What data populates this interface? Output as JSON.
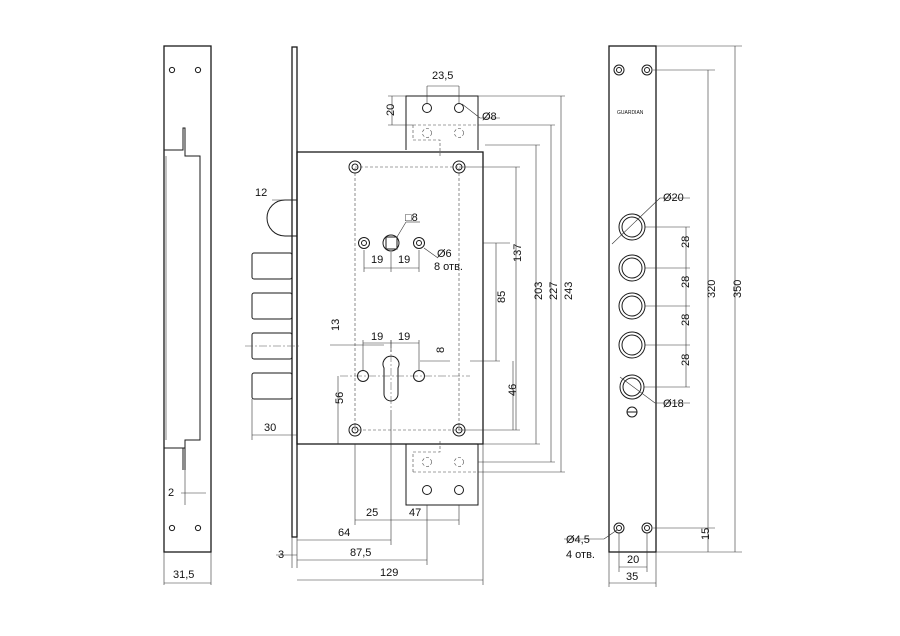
{
  "dimensions": {
    "left_plate_width": "31,5",
    "left_plate_offset": "2",
    "bolt_length": "12",
    "bolt_projection": "30",
    "faceplate_thickness": "3",
    "top_tab_width": "23,5",
    "top_tab_height": "20",
    "tab_hole": "Ø8",
    "spindle_square": "□8",
    "fixing_holes": "Ø6",
    "fixing_holes_count": "8 отв.",
    "spindle_spacing_left": "19",
    "spindle_spacing_right": "19",
    "cylinder_spacing_left": "19",
    "cylinder_spacing_right": "19",
    "cylinder_offset": "8",
    "cylinder_to_bolt": "13",
    "cylinder_to_bottom": "56",
    "cylinder_hole_spacing": "46",
    "spindle_to_cylinder": "85",
    "spindle_to_bottom_screw": "137",
    "height_203": "203",
    "height_227": "227",
    "height_243": "243",
    "bottom_25": "25",
    "bottom_47": "47",
    "backset": "64",
    "backset_total": "87,5",
    "body_width": "129",
    "hole_20": "Ø20",
    "hole_18": "Ø18",
    "pitch_1": "28",
    "pitch_2": "28",
    "pitch_3": "28",
    "pitch_4": "28",
    "strike_inner_height": "320",
    "strike_height": "350",
    "strike_bottom": "15",
    "screw_hole": "Ø4,5",
    "screw_count": "4 отв.",
    "strike_hole_spacing": "20",
    "strike_width": "35"
  },
  "brand_label": "GUARDIAN"
}
